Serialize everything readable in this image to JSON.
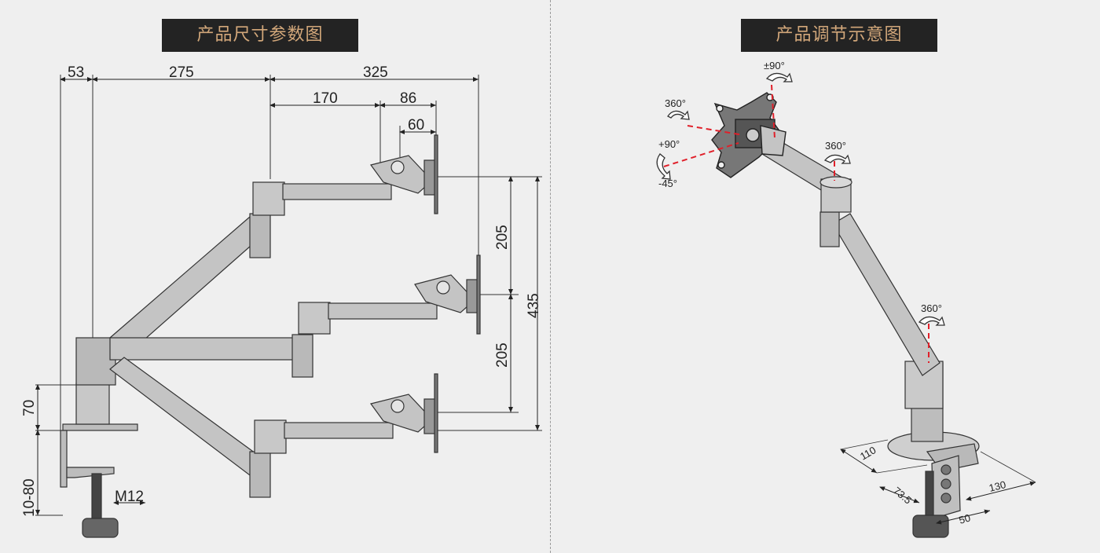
{
  "left_panel": {
    "title": "产品尺寸参数图",
    "dims": {
      "d53": "53",
      "d275": "275",
      "d325": "325",
      "d170": "170",
      "d86": "86",
      "d60": "60",
      "d205a": "205",
      "d205b": "205",
      "d435": "435",
      "d70": "70",
      "d1080": "10-80",
      "m12": "M12"
    }
  },
  "right_panel": {
    "title": "产品调节示意图",
    "rotations": {
      "tilt_top": "±90°",
      "rot_head": "360°",
      "plus90": "+90°",
      "minus45": "-45°",
      "rot_elbow": "360°",
      "rot_base": "360°"
    },
    "base_dims": {
      "d110": "110",
      "d130": "130",
      "d735": "73.5",
      "d50": "50"
    }
  },
  "colors": {
    "banner_bg": "#232323",
    "banner_text": "#d2a77a",
    "arm_gray": "#c4c4c4",
    "dash_red": "#e0202a"
  }
}
